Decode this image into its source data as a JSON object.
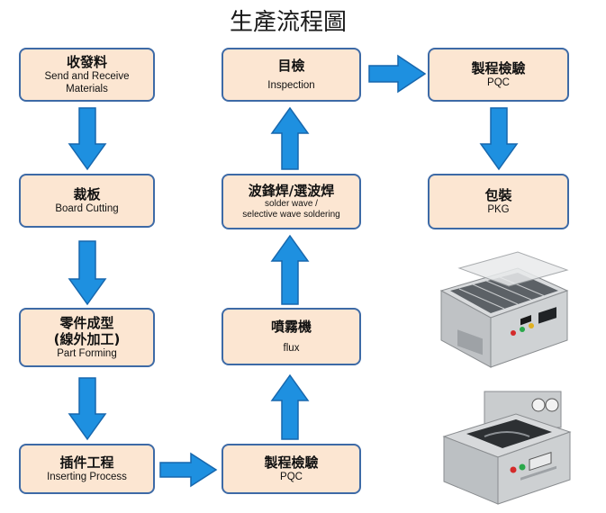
{
  "title": "生產流程圖",
  "steps": {
    "receive": {
      "zh": "收發料",
      "en1": "Send and Receive",
      "en2": "Materials"
    },
    "cutting": {
      "zh": "裁板",
      "en": "Board Cutting"
    },
    "forming": {
      "zh1": "零件成型",
      "zh2": "(線外加工)",
      "en": "Part Forming"
    },
    "inserting": {
      "zh": "插件工程",
      "en": "Inserting Process"
    },
    "pqc1": {
      "zh": "製程檢驗",
      "en": "PQC"
    },
    "flux": {
      "zh": "噴霧機",
      "en": "flux"
    },
    "wave": {
      "zh": "波鋒焊/選波焊",
      "en1": "solder wave /",
      "en2": "selective wave soldering"
    },
    "inspection": {
      "zh": "目檢",
      "en": "Inspection"
    },
    "pqc2": {
      "zh": "製程檢驗",
      "en": "PQC"
    },
    "pkg": {
      "zh": "包裝",
      "en": "PKG"
    }
  },
  "colors": {
    "box_fill": "#fce6d2",
    "box_border": "#3d6aa6",
    "arrow": "#1e90e0",
    "arrow_border": "#1767ad"
  }
}
